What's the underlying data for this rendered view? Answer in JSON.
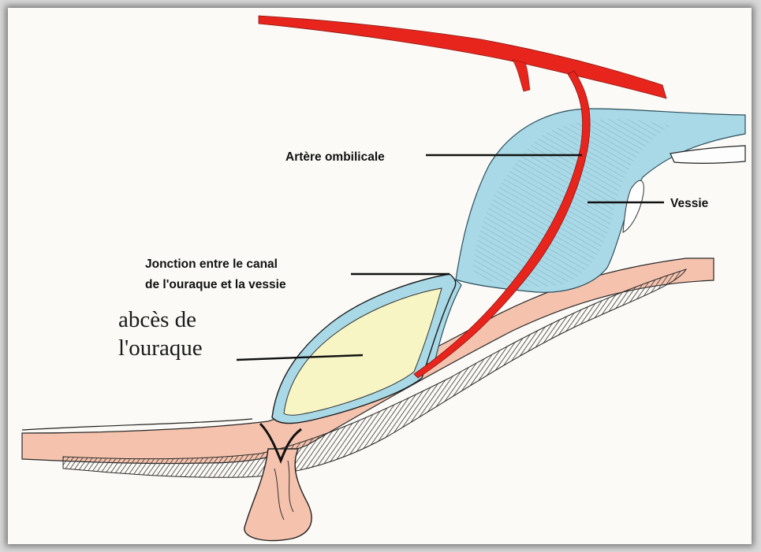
{
  "labels": {
    "artery": "Artère ombilicale",
    "bladder": "Vessie",
    "junction_line1": "Jonction entre le canal",
    "junction_line2": "de l'ouraque et la vessie",
    "abscess_line1": "abcès de",
    "abscess_line2": "l'ouraque"
  },
  "colors": {
    "artery": "#e8251c",
    "bladder": "#a9d8e6",
    "abscess": "#f7f5c3",
    "peritoneum": "#f4c2ad",
    "muscle": "#6b6565",
    "outline": "#1c1c1c",
    "background": "#fbfaf6"
  }
}
